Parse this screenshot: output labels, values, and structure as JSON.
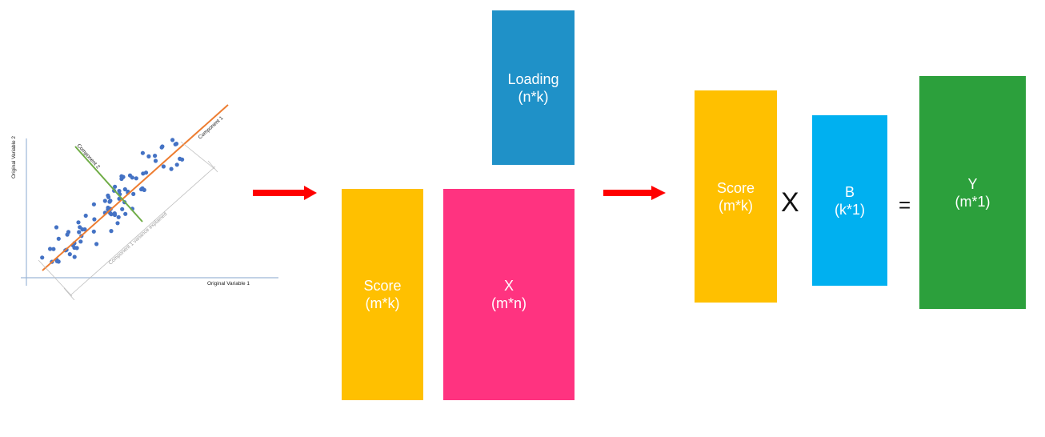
{
  "pca_plot": {
    "x_axis_label": "Original Variable 1",
    "y_axis_label": "Original Variable 2",
    "component1_label": "Component 1",
    "component2_label": "Component 2",
    "variance_label": "Component 1 variance explained",
    "colors": {
      "points": "#4472c4",
      "component1": "#ed7d31",
      "component2": "#70ad47",
      "axes": "#9db7d8",
      "dimension": "#bfbfbf"
    }
  },
  "arrows": {
    "color": "#ff0000"
  },
  "stage1": {
    "loading": {
      "title": "Loading",
      "dims": "(n*k)",
      "color": "#1f91c8"
    },
    "score": {
      "title": "Score",
      "dims": "(m*k)",
      "color": "#ffc000"
    },
    "x": {
      "title": "X",
      "dims": "(m*n)",
      "color": "#ff3380"
    }
  },
  "stage2": {
    "score": {
      "title": "Score",
      "dims": "(m*k)",
      "color": "#ffc000"
    },
    "times_symbol": "X",
    "b": {
      "title": "B",
      "dims": "(k*1)",
      "color": "#00b0f0"
    },
    "equals_symbol": "=",
    "y": {
      "title": "Y",
      "dims": "(m*1)",
      "color": "#2ca03c"
    }
  }
}
